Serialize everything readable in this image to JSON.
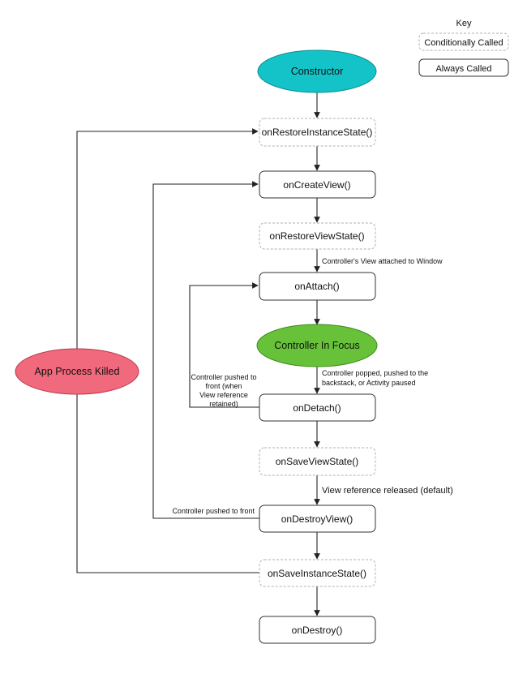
{
  "key": {
    "title": "Key",
    "conditional_label": "Conditionally Called",
    "always_label": "Always Called"
  },
  "nodes": {
    "constructor": "Constructor",
    "on_restore_instance_state": "onRestoreInstanceState()",
    "on_create_view": "onCreateView()",
    "on_restore_view_state": "onRestoreViewState()",
    "on_attach": "onAttach()",
    "controller_in_focus": "Controller In Focus",
    "on_detach": "onDetach()",
    "on_save_view_state": "onSaveViewState()",
    "on_destroy_view": "onDestroyView()",
    "on_save_instance_state": "onSaveInstanceState()",
    "on_destroy": "onDestroy()",
    "app_process_killed": "App Process Killed"
  },
  "edge_labels": {
    "view_attached": "Controller's View attached to Window",
    "popped_line1": "Controller popped, pushed to the",
    "popped_line2": "backstack, or Activity paused",
    "pushed_front_line1": "Controller pushed to",
    "pushed_front_line2": "front (when",
    "pushed_front_line3": "View reference",
    "pushed_front_line4": "retained)",
    "view_released": "View reference released (default)",
    "pushed_front_destroy": "Controller pushed to front"
  },
  "colors": {
    "constructor_fill": "#14c3c8",
    "focus_fill": "#67c23a",
    "killed_fill": "#f0697d",
    "conditional_border": "#b0b0b0",
    "always_border": "#333333"
  }
}
